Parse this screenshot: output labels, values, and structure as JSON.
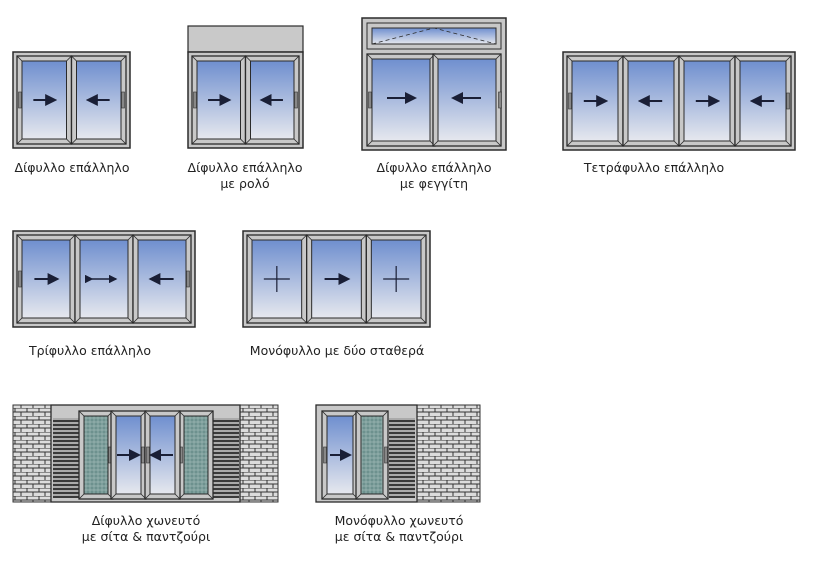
{
  "colors": {
    "frame": "#c8c8c8",
    "frame_edge": "#2b2b2b",
    "glass_top": "#6f8fcf",
    "glass_bottom": "#e6e8ee",
    "roller": "#c9c9c9",
    "arrow": "#1a1f36",
    "screen": "#5f8a86",
    "shutter": "#444444",
    "brick": "#d9d9d9"
  },
  "items": [
    {
      "id": "double-sliding",
      "label1": "Δίφυλλο επάλληλο",
      "label2": "",
      "arrows": [
        "right",
        "left"
      ]
    },
    {
      "id": "double-sliding-roller",
      "label1": "Δίφυλλο επάλληλο",
      "label2": "με ρολό",
      "arrows": [
        "right",
        "left"
      ]
    },
    {
      "id": "double-sliding-fanlight",
      "label1": "Δίφυλλο επάλληλο",
      "label2": "με φεγγίτη",
      "arrows": [
        "right",
        "left"
      ]
    },
    {
      "id": "four-leaf-sliding",
      "label1": "Τετράφυλλο επάλληλο",
      "label2": "",
      "arrows": [
        "right",
        "left",
        "right",
        "left"
      ]
    },
    {
      "id": "three-leaf-sliding",
      "label1": "Τρίφυλλο επάλληλο",
      "label2": "",
      "arrows": [
        "right",
        "both",
        "left"
      ]
    },
    {
      "id": "single-two-fixed",
      "label1": "Μονόφυλλο με δύο σταθερά",
      "label2": "",
      "arrows": [
        "fixed",
        "right",
        "fixed"
      ]
    },
    {
      "id": "double-pocket",
      "label1": "Δίφυλλο χωνευτό",
      "label2": "με σίτα & παντζούρι",
      "arrows": [
        "right",
        "left"
      ]
    },
    {
      "id": "single-pocket",
      "label1": "Μονόφυλλο χωνευτό",
      "label2": "με σίτα & παντζούρι",
      "arrows": [
        "right"
      ]
    }
  ]
}
